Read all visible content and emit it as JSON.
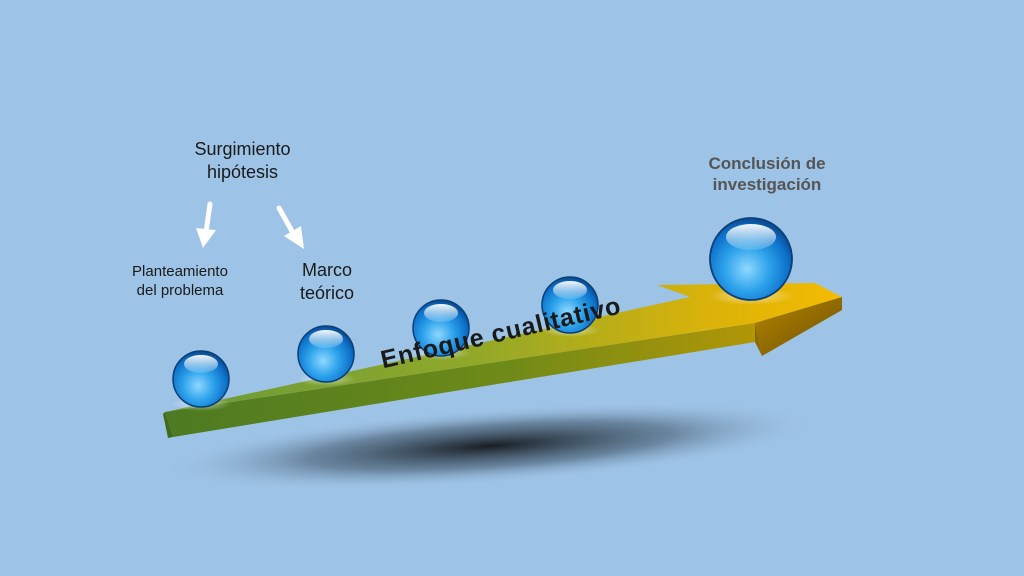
{
  "diagram": {
    "arrow_label": "Enfoque cualitativo",
    "labels": {
      "surgimiento": "Surgimiento\nhipótesis",
      "planteamiento": "Planteamiento\ndel problema",
      "marco": "Marco\nteórico",
      "conclusion": "Conclusión de\ninvestigación"
    },
    "colors": {
      "background": "#9dc3e6",
      "arrow_start": "#6a9a3a",
      "arrow_end": "#f0b900",
      "sphere": "#1f8fe0",
      "pointer_arrows": "#ffffff"
    }
  }
}
